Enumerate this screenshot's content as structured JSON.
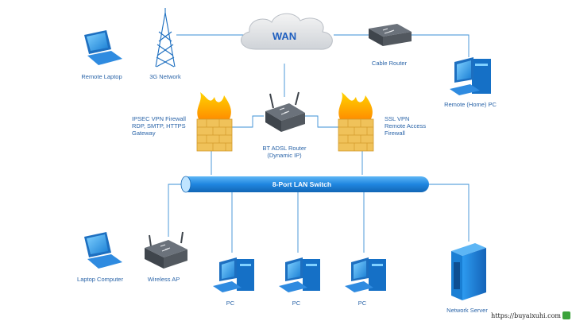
{
  "diagram": {
    "wan_label": "WAN",
    "switch_label": "8-Port LAN Switch",
    "labels": {
      "remote_laptop": "Remote Laptop",
      "network_3g": "3G Network",
      "cable_router": "Cable Router",
      "remote_home_pc": "Remote (Home) PC",
      "ipsec_firewall": "IPSEC VPN Firewall\nRDP, SMTP, HTTPS\nGateway",
      "adsl_router": "BT ADSL Router\n(Dynamic IP)",
      "ssl_firewall": "SSL VPN\nRemote Access\nFirewall",
      "laptop_computer": "Laptop Computer",
      "wireless_ap": "Wireless AP",
      "pc_1": "PC",
      "pc_2": "PC",
      "pc_3": "PC",
      "network_server": "Network Server"
    },
    "colors": {
      "line": "#3a8fd6",
      "label": "#2a64a8",
      "switch": "#1f86e0",
      "device_blue": "#1d8ee6",
      "router_gray": "#555b63",
      "flame": "#f7a800",
      "brick": "#f0c25a"
    }
  },
  "watermark": "https://buyaixuhi.com"
}
